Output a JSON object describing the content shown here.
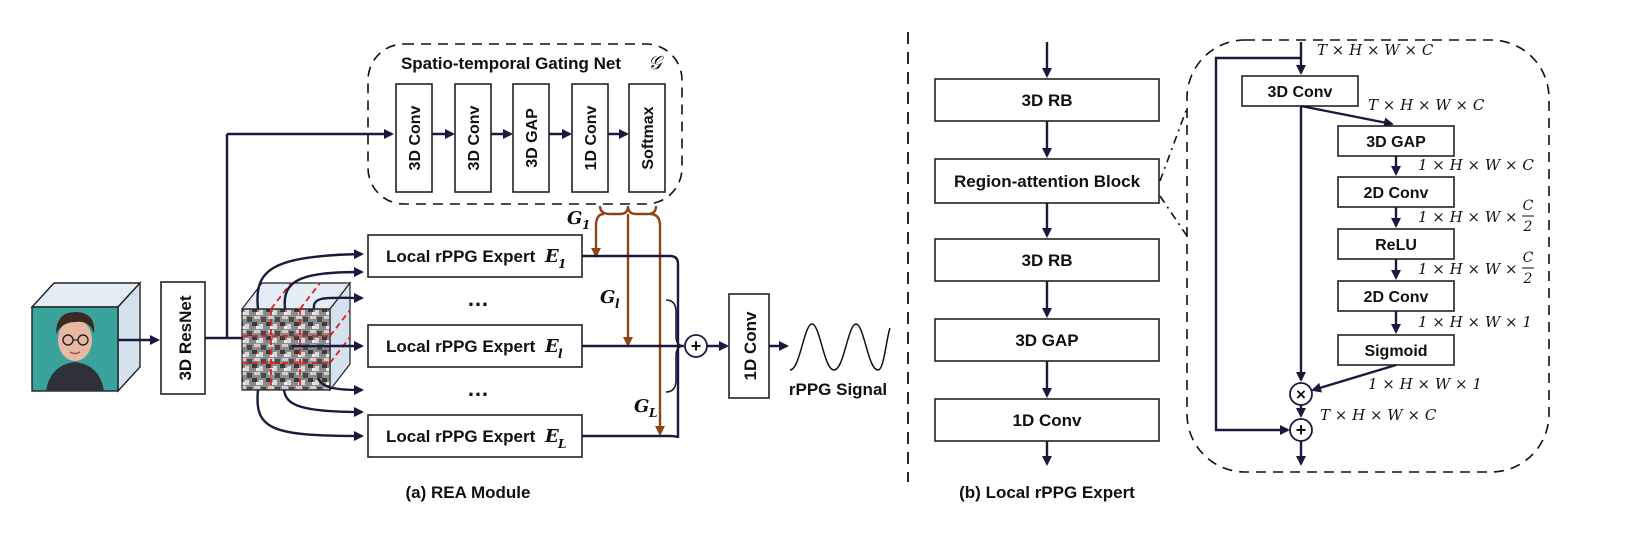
{
  "panel_a": {
    "caption": "(a) REA Module",
    "backbone_label": "3D ResNet",
    "gating": {
      "title": "Spatio-temporal Gating Net",
      "title_symbol": "𝒢",
      "layers": [
        "3D Conv",
        "3D Conv",
        "3D GAP",
        "1D Conv",
        "Softmax"
      ]
    },
    "experts": [
      {
        "name": "Local rPPG Expert",
        "symbol": "E",
        "sub": "1"
      },
      {
        "name": "Local rPPG Expert",
        "symbol": "E",
        "sub": "l"
      },
      {
        "name": "Local rPPG Expert",
        "symbol": "E",
        "sub": "L"
      }
    ],
    "ellipsis": "…",
    "gates": [
      {
        "symbol": "G",
        "sub": "1"
      },
      {
        "symbol": "G",
        "sub": "l"
      },
      {
        "symbol": "G",
        "sub": "L"
      }
    ],
    "sum_symbol": "+",
    "head_label": "1D Conv",
    "output_label": "rPPG Signal"
  },
  "panel_b": {
    "caption": "(b) Local rPPG Expert",
    "stack": [
      "3D RB",
      "Region-attention Block",
      "3D RB",
      "3D GAP",
      "1D Conv"
    ],
    "attention": {
      "blocks": [
        "3D Conv",
        "3D GAP",
        "2D Conv",
        "ReLU",
        "2D Conv",
        "Sigmoid"
      ],
      "dims": {
        "input": "T × H × W × C",
        "after_conv": "T × H × W × C",
        "after_gap": "1 × H × W × C",
        "after_conv1_prefix": "1 × H × W ×",
        "after_relu_prefix": "1 × H × W ×",
        "frac_num": "C",
        "frac_den": "2",
        "after_conv2": "1 × H × W × 1",
        "after_sigmoid": "1 × H × W × 1",
        "output": "T × H × W × C"
      },
      "mul_symbol": "×",
      "add_symbol": "+"
    }
  },
  "colors": {
    "line": "#1a1a3e",
    "gate": "#8b4513",
    "grid": "#e02020",
    "face_bg": "#3aa39b",
    "cube_side": "#d5e2ee"
  }
}
